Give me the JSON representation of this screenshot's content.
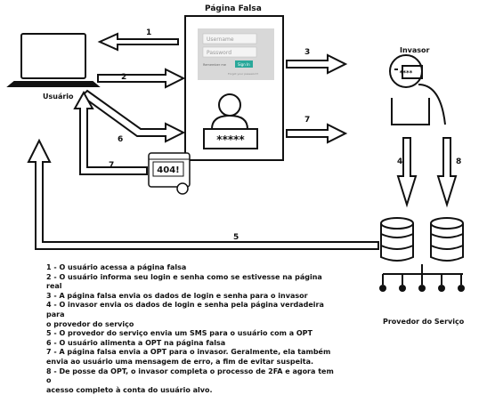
{
  "labels": {
    "fake_page": "Página Falsa",
    "user": "Usuário",
    "attacker": "Invasor",
    "provider": "Provedor do Serviço"
  },
  "fake_page_form": {
    "username_placeholder": "Username",
    "password_placeholder": "Password",
    "remember": "Remember me",
    "signin": "Sign In",
    "forgot": "Forgot your password?"
  },
  "otp_masked": "*****",
  "error_badge": "404!",
  "attacker_screen": "****",
  "arrows": [
    "1",
    "2",
    "3",
    "4",
    "5",
    "6",
    "7",
    "7",
    "8"
  ],
  "legend": [
    "1 - O usuário acessa a página falsa",
    "2 - O usuário informa seu login e senha como se estivesse na página real",
    "3 - A página falsa envia os dados de login e senha para o invasor",
    "4 - O invasor envia os dados de login e senha pela página verdadeira para",
    "o provedor do serviço",
    "5 - O provedor do serviço envia um SMS para o usuário com a OPT",
    "6 - O usuário alimenta a OPT na página falsa",
    "7 - A página falsa envia a OPT para o invasor. Geralmente, ela também",
    "envia ao usuário uma mensagem de erro, a fim de evitar suspeita.",
    "8 - De posse da OPT, o invasor completa o processo de 2FA e agora tem o",
    "acesso completo à conta do usuário alvo."
  ]
}
